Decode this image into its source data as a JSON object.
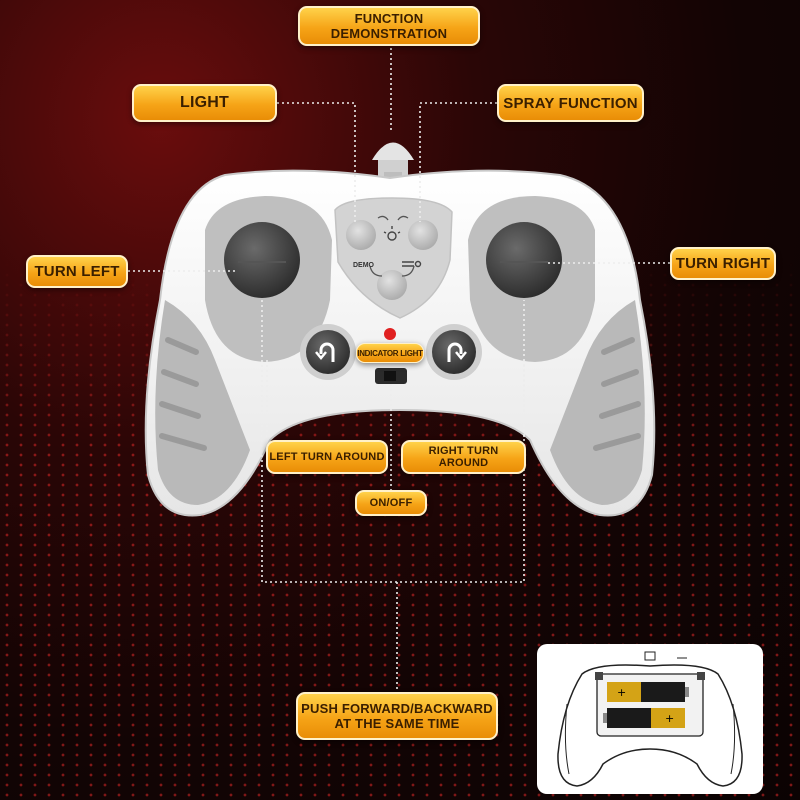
{
  "labels": {
    "function_demonstration": "FUNCTION DEMONSTRATION",
    "light": "LIGHT",
    "spray_function": "SPRAY FUNCTION",
    "turn_left": "TURN LEFT",
    "turn_right": "TURN RIGHT",
    "indicator_light": "INDICATOR LIGHT",
    "left_turn_around": "LEFT TURN AROUND",
    "right_turn_around": "RIGHT TURN AROUND",
    "on_off": "ON/OFF",
    "push_forward_line1": "PUSH FORWARD/BACKWARD",
    "push_forward_line2": "AT THE SAME TIME"
  },
  "controller": {
    "demo_text": "DEMO"
  },
  "colors": {
    "label_orange": "#f6a417",
    "indicator_red": "#e02020",
    "controller_white": "#f3f3f3",
    "controller_grey": "#b9b9b9"
  }
}
